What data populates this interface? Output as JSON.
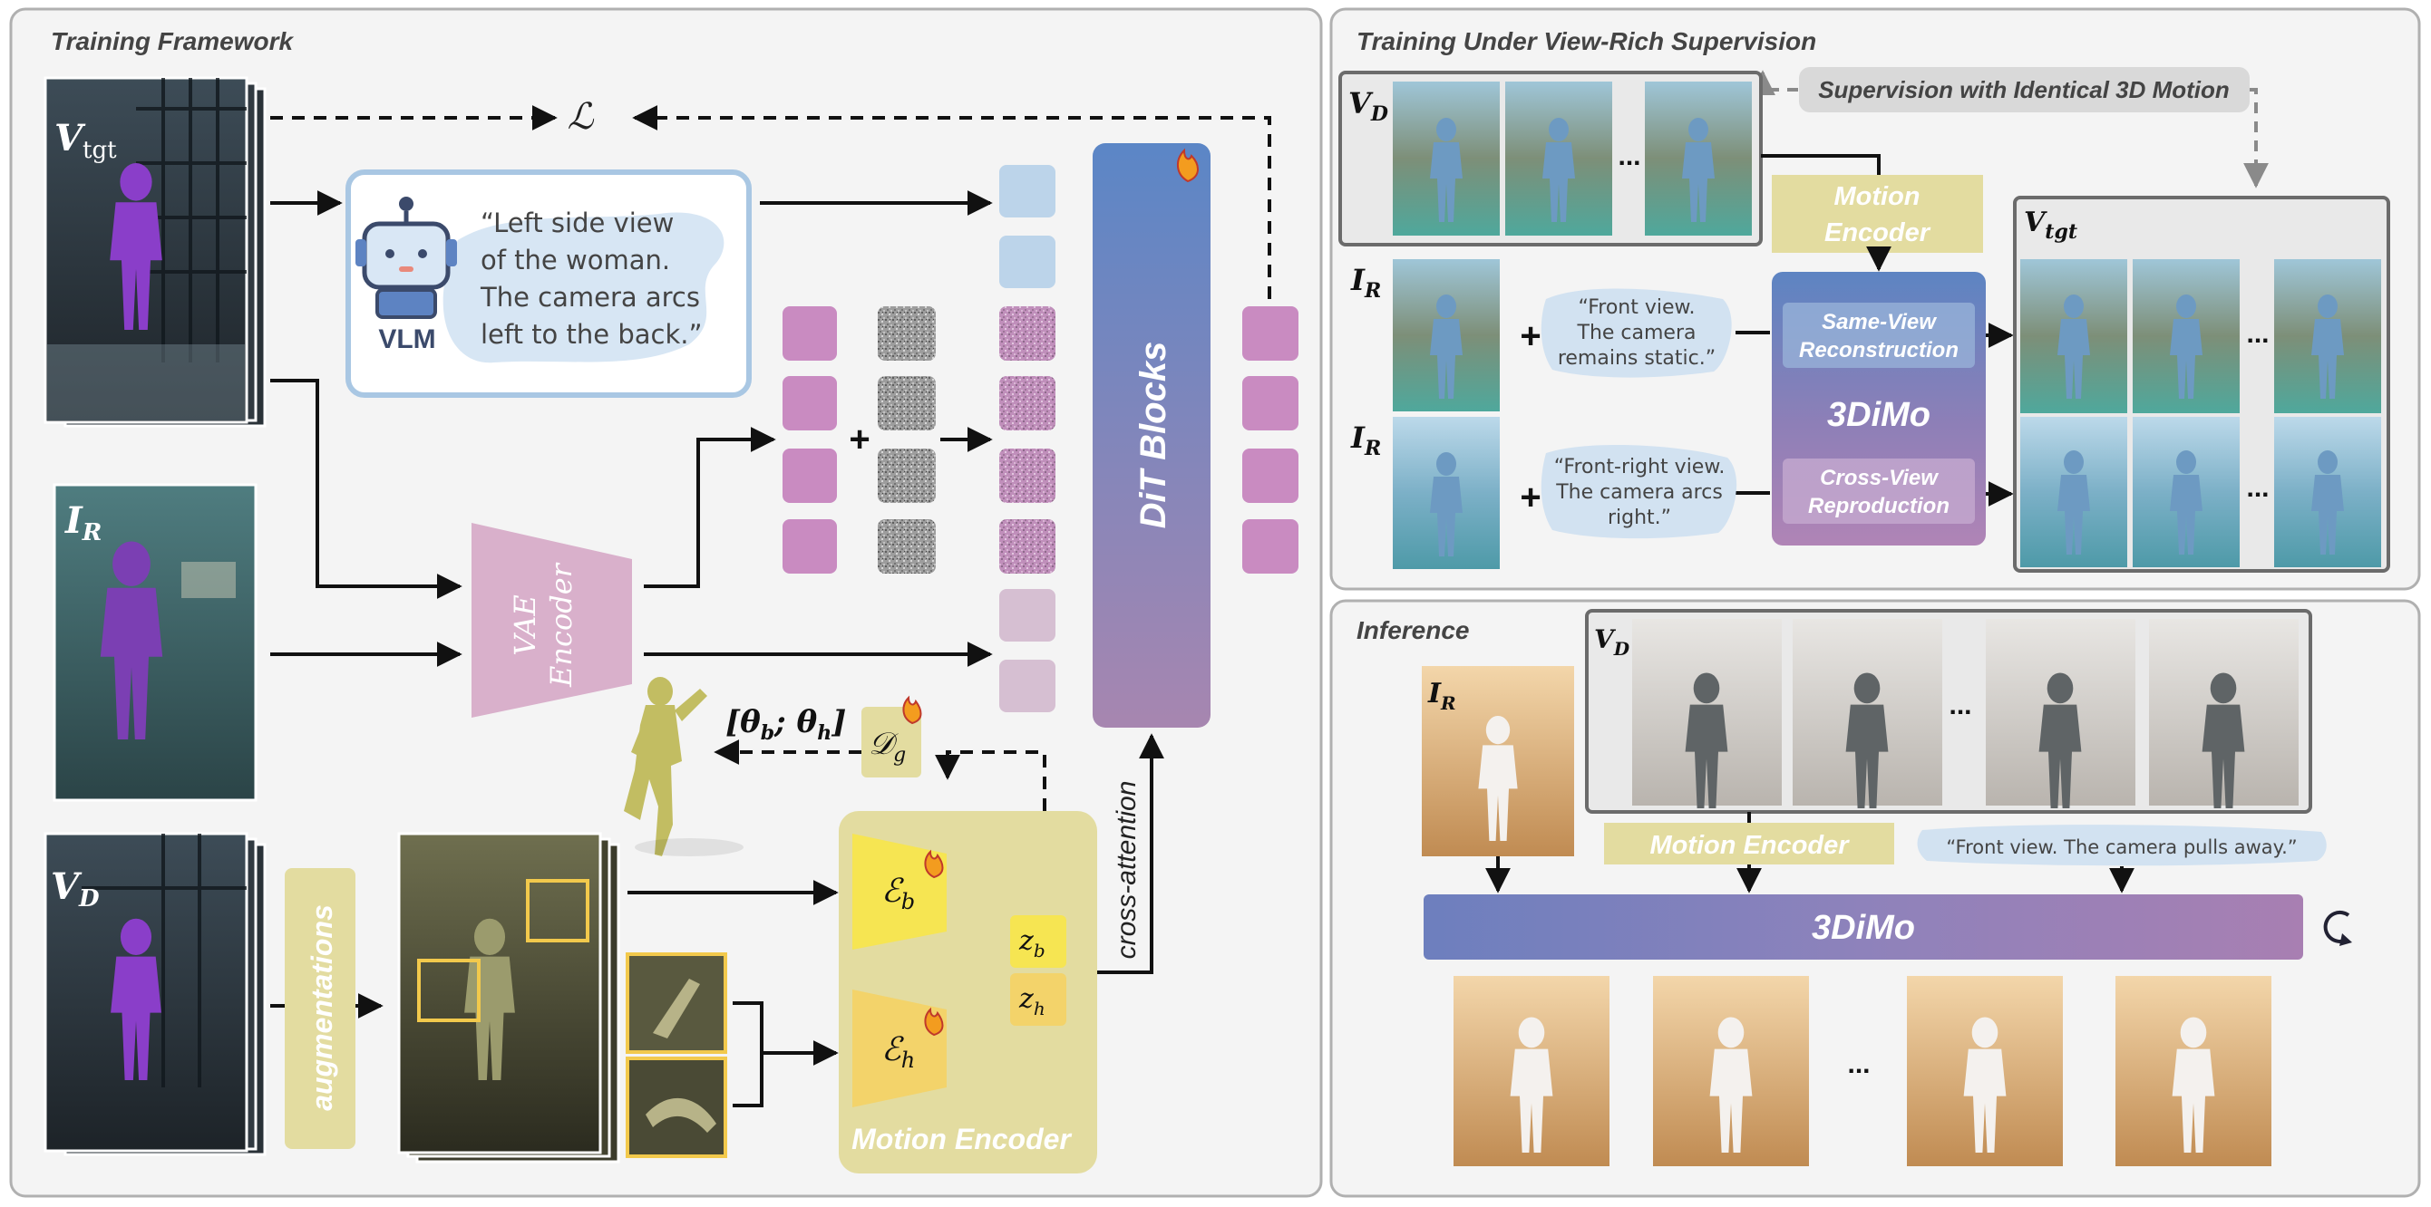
{
  "training_framework": {
    "title": "Training Framework",
    "v_tgt": {
      "main": "V",
      "sub": "tgt"
    },
    "i_r": {
      "main": "I",
      "sub": "R"
    },
    "v_d": {
      "main": "V",
      "sub": "D"
    },
    "loss": "ℒ",
    "vlm_label": "VLM",
    "vlm_caption": [
      "“Left side view",
      "of the woman.",
      "The camera arcs",
      "left to the back.”"
    ],
    "vae_encoder": [
      "VAE",
      "Encoder"
    ],
    "plus": "+",
    "dit_blocks": "DiT Blocks",
    "cross_attention": "cross-attention",
    "augmentations": "augmentations",
    "motion_encoder": "Motion Encoder",
    "decoder": {
      "main": "𝒟",
      "sub": "g"
    },
    "enc_b": {
      "main": "ℰ",
      "sub": "b"
    },
    "enc_h": {
      "main": "ℰ",
      "sub": "h"
    },
    "z_b": {
      "main": "z",
      "sub": "b"
    },
    "z_h": {
      "main": "z",
      "sub": "h"
    },
    "theta": "[𝜽",
    "theta_b": "b",
    "theta_sep": "; 𝜽",
    "theta_h": "h",
    "theta_end": "]"
  },
  "view_rich": {
    "title": "Training  Under View-Rich Supervision",
    "supervision": "Supervision with Identical 3D Motion",
    "v_d": {
      "main": "V",
      "sub": "D"
    },
    "i_r": {
      "main": "I",
      "sub": "R"
    },
    "v_tgt": {
      "main": "V",
      "sub": "tgt"
    },
    "ellipsis": "...",
    "motion_encoder": [
      "Motion",
      "Encoder"
    ],
    "caption1": [
      "“Front view.",
      "The camera",
      "remains static.”"
    ],
    "caption2": [
      "“Front-right view.",
      "The camera arcs",
      "right.”"
    ],
    "model": "3DiMo",
    "same_view": [
      "Same-View",
      "Reconstruction"
    ],
    "cross_view": [
      "Cross-View",
      "Reproduction"
    ],
    "plus": "+"
  },
  "inference": {
    "title": "Inference",
    "i_r": {
      "main": "I",
      "sub": "R"
    },
    "v_d": {
      "main": "V",
      "sub": "D"
    },
    "ellipsis": "...",
    "motion_encoder": "Motion Encoder",
    "caption": "“Front view. The camera pulls away.”",
    "model": "3DiMo"
  },
  "colors": {
    "panel_bg": "#f4f4f4",
    "pink_token": "#c98bc1",
    "light_pink_token": "#d6bfd2",
    "blue_token": "#bcd4ea",
    "dit_top": "#5b86c6",
    "dit_bottom": "#a786b0",
    "motion_yellow": "#e3dca0",
    "vae_pink": "#d9b0cb"
  }
}
